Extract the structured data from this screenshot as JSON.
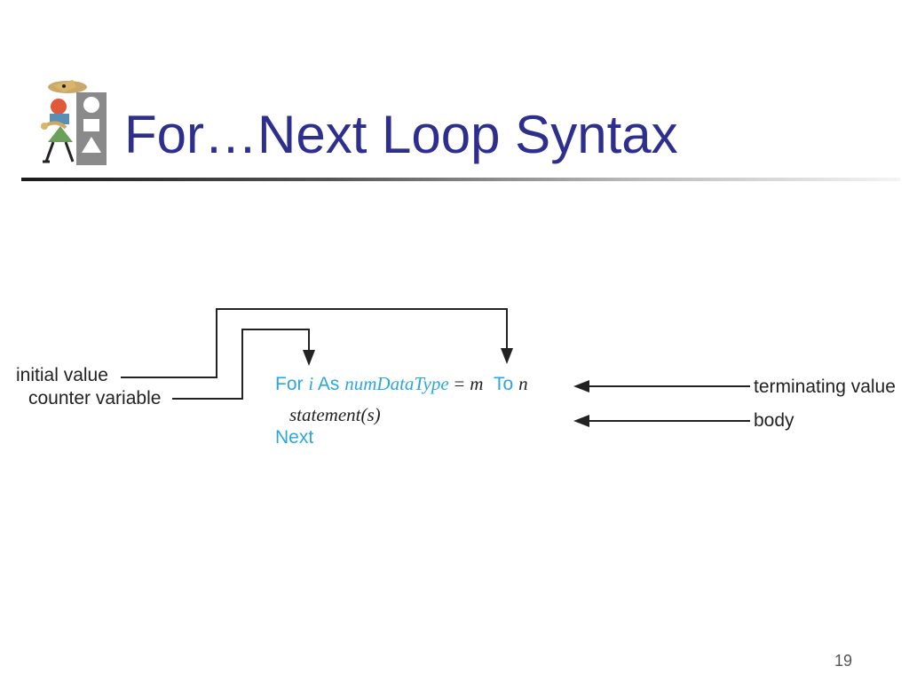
{
  "slide": {
    "title": "For…Next Loop Syntax",
    "page_number": "19"
  },
  "diagram": {
    "labels": {
      "initial_value": "initial value",
      "counter_variable": "counter variable",
      "terminating_value": "terminating value",
      "body": "body"
    },
    "code": {
      "for_kw": "For",
      "counter": "i",
      "as_kw": "As",
      "type": "numDataType",
      "equals": "=",
      "start": "m",
      "to_kw": "To",
      "end": "n",
      "statement": "statement(s)",
      "next_kw": "Next"
    }
  },
  "colors": {
    "title": "#2e2e8f",
    "keyword": "#2aa7df",
    "text": "#222222"
  }
}
